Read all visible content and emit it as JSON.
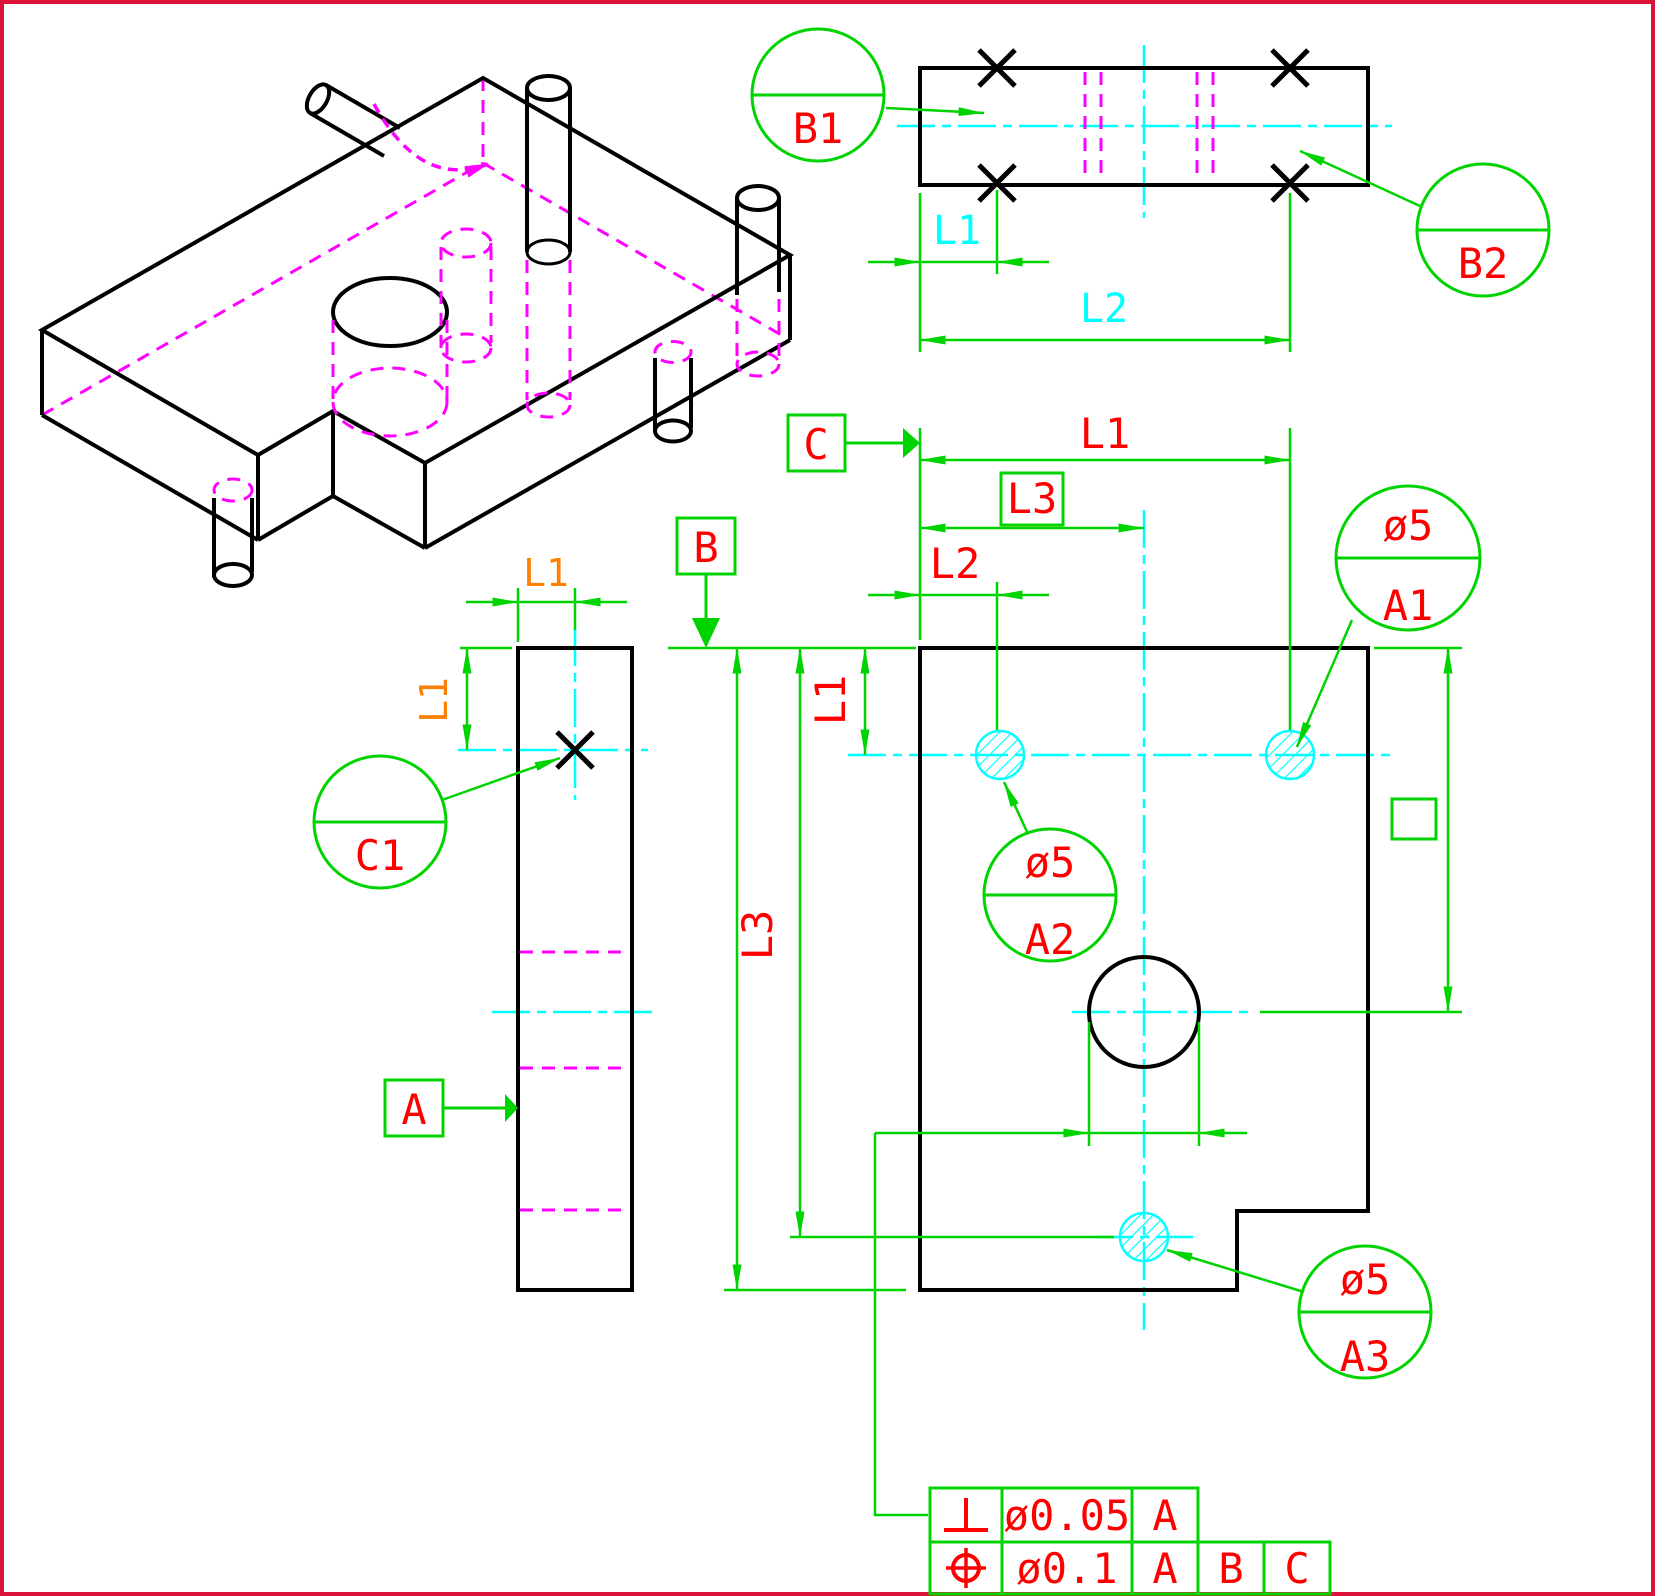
{
  "colors": {
    "green": "#00d400",
    "red": "#ff0000",
    "magenta": "#ff00ff",
    "cyan": "#00ffff",
    "orange": "#ff8000",
    "border": "#dc143c",
    "outline": "#000000",
    "background": "#ffffff"
  },
  "top_view": {
    "balloons": {
      "b1": "B1",
      "b2": "B2"
    },
    "dims": {
      "l1": "L1",
      "l2": "L2"
    }
  },
  "front_view": {
    "datums": {
      "b": "B",
      "c": "C"
    },
    "dims": {
      "l1_top": "L1",
      "l3_top": "L3",
      "l2_top": "L2",
      "l1_left": "L1",
      "l3_left": "L3"
    },
    "balloons": {
      "a1": {
        "size": "ø5",
        "id": "A1"
      },
      "a2": {
        "size": "ø5",
        "id": "A2"
      },
      "a3": {
        "size": "ø5",
        "id": "A3"
      }
    }
  },
  "side_view": {
    "datum_a": "A",
    "balloon_c1": "C1",
    "dims": {
      "l1_top": "L1",
      "l1_left": "L1"
    }
  },
  "feature_control_frames": {
    "row1": {
      "symbol": "perpendicularity-icon",
      "tolerance": "ø0.05",
      "datum_1": "A"
    },
    "row2": {
      "symbol": "position-icon",
      "tolerance": "ø0.1",
      "datum_1": "A",
      "datum_2": "B",
      "datum_3": "C"
    }
  }
}
